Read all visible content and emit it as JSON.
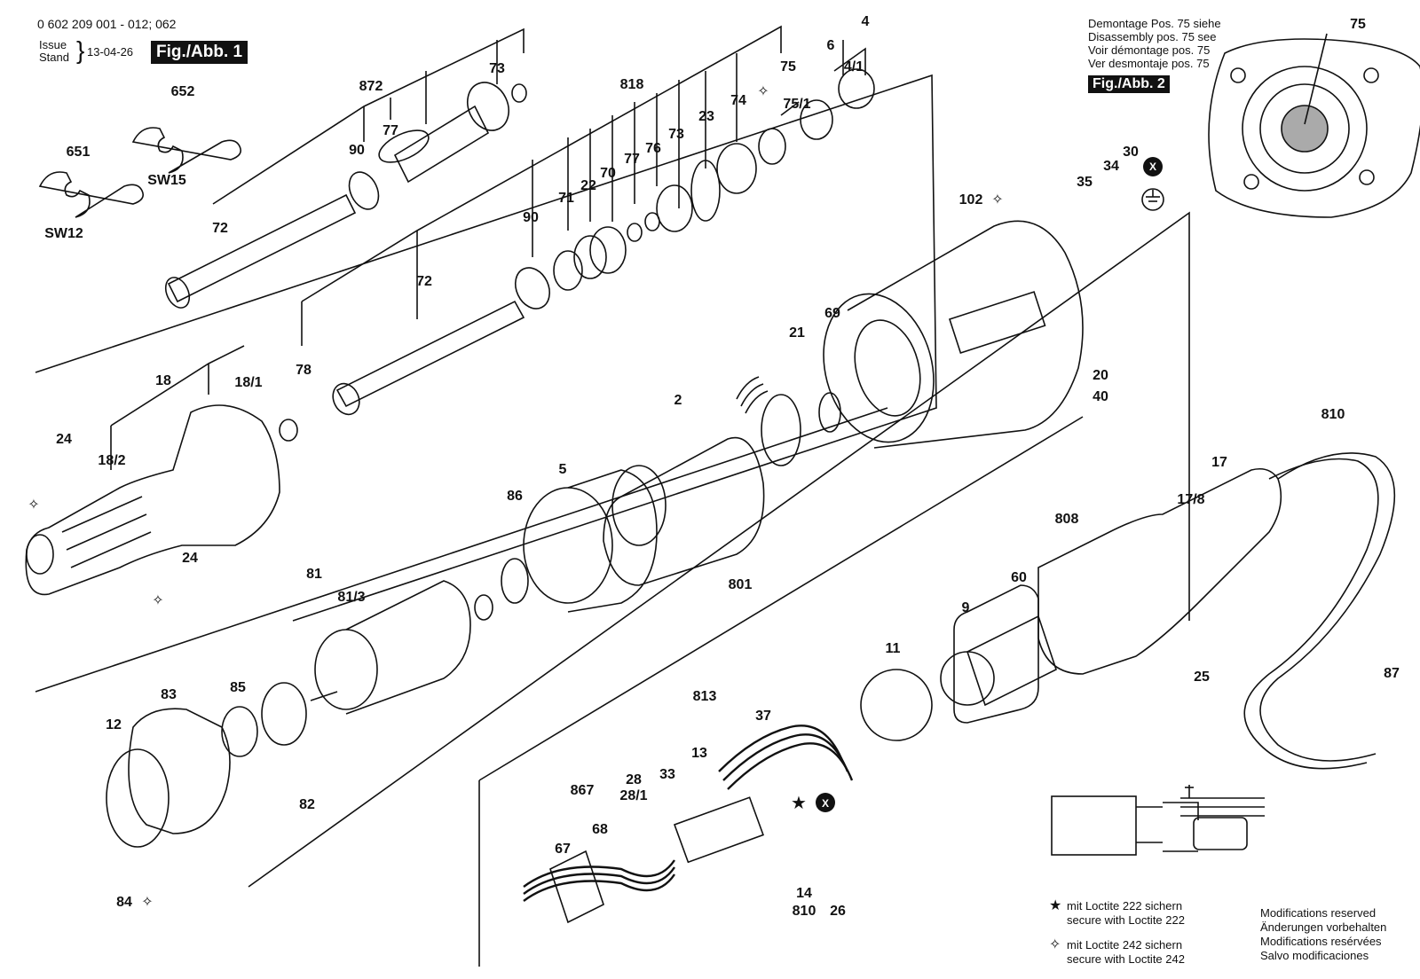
{
  "header": {
    "doc_number": "0 602 209 001 - 012; 062",
    "issue_label": "Issue",
    "stand_label": "Stand",
    "issue_date": "13-04-26",
    "fig1_label": "Fig./Abb. 1"
  },
  "fig2": {
    "lines": [
      "Demontage Pos. 75 siehe",
      "Disassembly pos. 75 see",
      "Voir démontage pos. 75",
      "Ver desmontaje pos. 75"
    ],
    "label": "Fig./Abb. 2",
    "part": "75"
  },
  "labels": {
    "l4": "4",
    "l4_1": "4/1",
    "l6": "6",
    "l75": "75",
    "l75_1": "75/1",
    "l74": "74",
    "l23": "23",
    "l73b": "73",
    "l76": "76",
    "l77b": "77",
    "l70": "70",
    "l22": "22",
    "l71": "71",
    "l90b": "90",
    "l818": "818",
    "l73a": "73",
    "l872": "872",
    "l77a": "77",
    "l90a": "90",
    "l652": "652",
    "l651": "651",
    "sw15": "SW15",
    "sw12": "SW12",
    "l72a": "72",
    "l72b": "72",
    "l78": "78",
    "l18": "18",
    "l18_1": "18/1",
    "l18_2": "18/2",
    "l24a": "24",
    "l24b": "24",
    "l102": "102",
    "l35": "35",
    "l34": "34",
    "l30": "30",
    "l69": "69",
    "l21": "21",
    "l20": "20",
    "l40": "40",
    "l2": "2",
    "l5": "5",
    "l86": "86",
    "l801": "801",
    "l810a": "810",
    "l17": "17",
    "l17_8": "17/8",
    "l808": "808",
    "l60": "60",
    "l9": "9",
    "l11": "11",
    "l25": "25",
    "l87": "87",
    "l81": "81",
    "l81_3": "81/3",
    "l85": "85",
    "l83": "83",
    "l12": "12",
    "l82": "82",
    "l84": "84",
    "l813": "813",
    "l37": "37",
    "l13": "13",
    "l33": "33",
    "l28": "28",
    "l28_1": "28/1",
    "l867": "867",
    "l68": "68",
    "l67": "67",
    "l14": "14",
    "l810b": "810",
    "l26": "26"
  },
  "legend": {
    "loctite222_de": "mit Loctite 222 sichern",
    "loctite222_en": "secure with Loctite 222",
    "loctite242_de": "mit Loctite 242 sichern",
    "loctite242_en": "secure with Loctite 242"
  },
  "modifications": [
    "Modifications reserved",
    "Änderungen vorbehalten",
    "Modifications resérvées",
    "Salvo modificaciones"
  ],
  "symbols": {
    "star": "★",
    "hollow_star": "✧",
    "x_mark": "X"
  }
}
